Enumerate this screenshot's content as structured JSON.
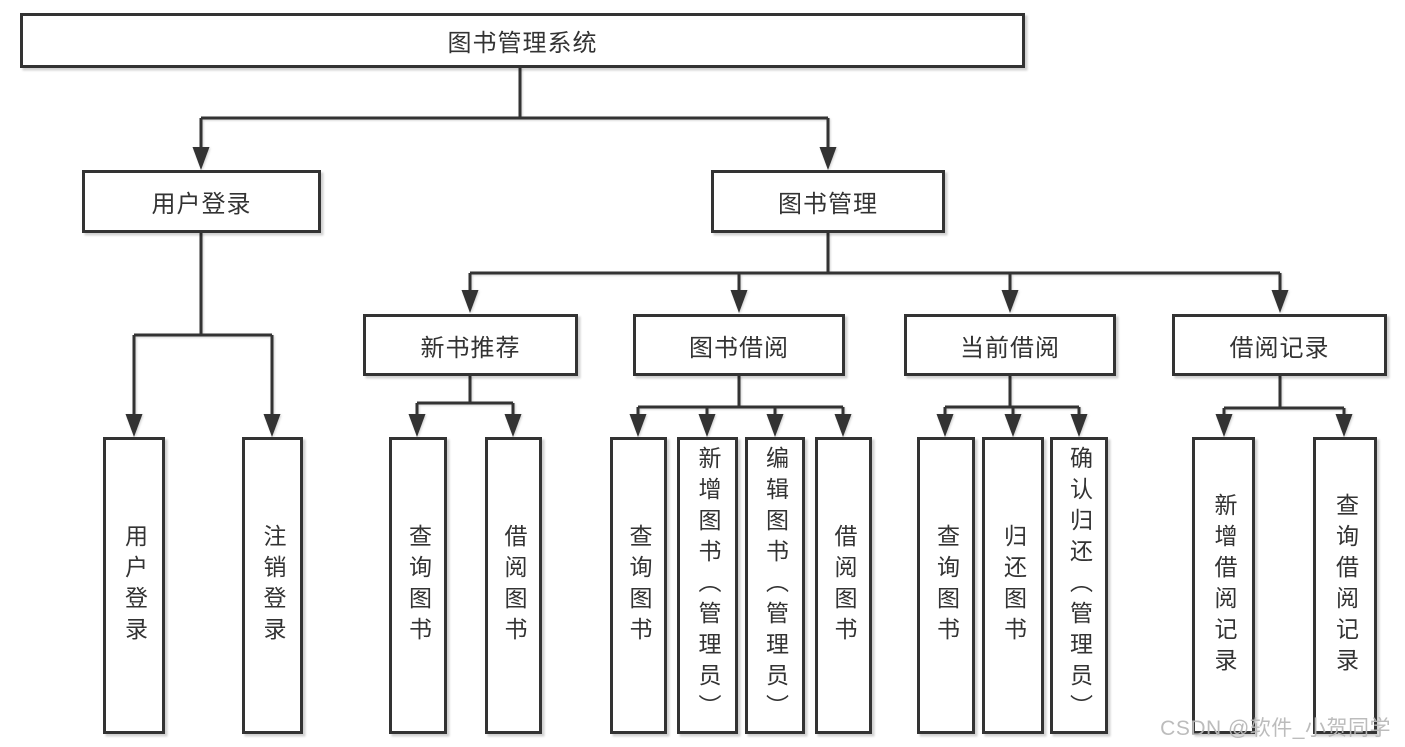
{
  "page": {
    "background": "#ffffff"
  },
  "colors": {
    "line": "#333333",
    "box_border": "#333333",
    "text": "#333333",
    "watermark": "#b9b9b9"
  },
  "watermark": {
    "text": "CSDN @软件_小贺同学"
  },
  "tree": {
    "label": "图书管理系统",
    "children": [
      {
        "label": "用户登录",
        "children": [
          {
            "label": "用户登录"
          },
          {
            "label": "注销登录"
          }
        ]
      },
      {
        "label": "图书管理",
        "children": [
          {
            "label": "新书推荐",
            "children": [
              {
                "label": "查询图书"
              },
              {
                "label": "借阅图书"
              }
            ]
          },
          {
            "label": "图书借阅",
            "children": [
              {
                "label": "查询图书"
              },
              {
                "label": "新增图书（管理员）"
              },
              {
                "label": "编辑图书（管理员）"
              },
              {
                "label": "借阅图书"
              }
            ]
          },
          {
            "label": "当前借阅",
            "children": [
              {
                "label": "查询图书"
              },
              {
                "label": "归还图书"
              },
              {
                "label": "确认归还（管理员）"
              }
            ]
          },
          {
            "label": "借阅记录",
            "children": [
              {
                "label": "新增借阅记录"
              },
              {
                "label": "查询借阅记录"
              }
            ]
          }
        ]
      }
    ]
  }
}
